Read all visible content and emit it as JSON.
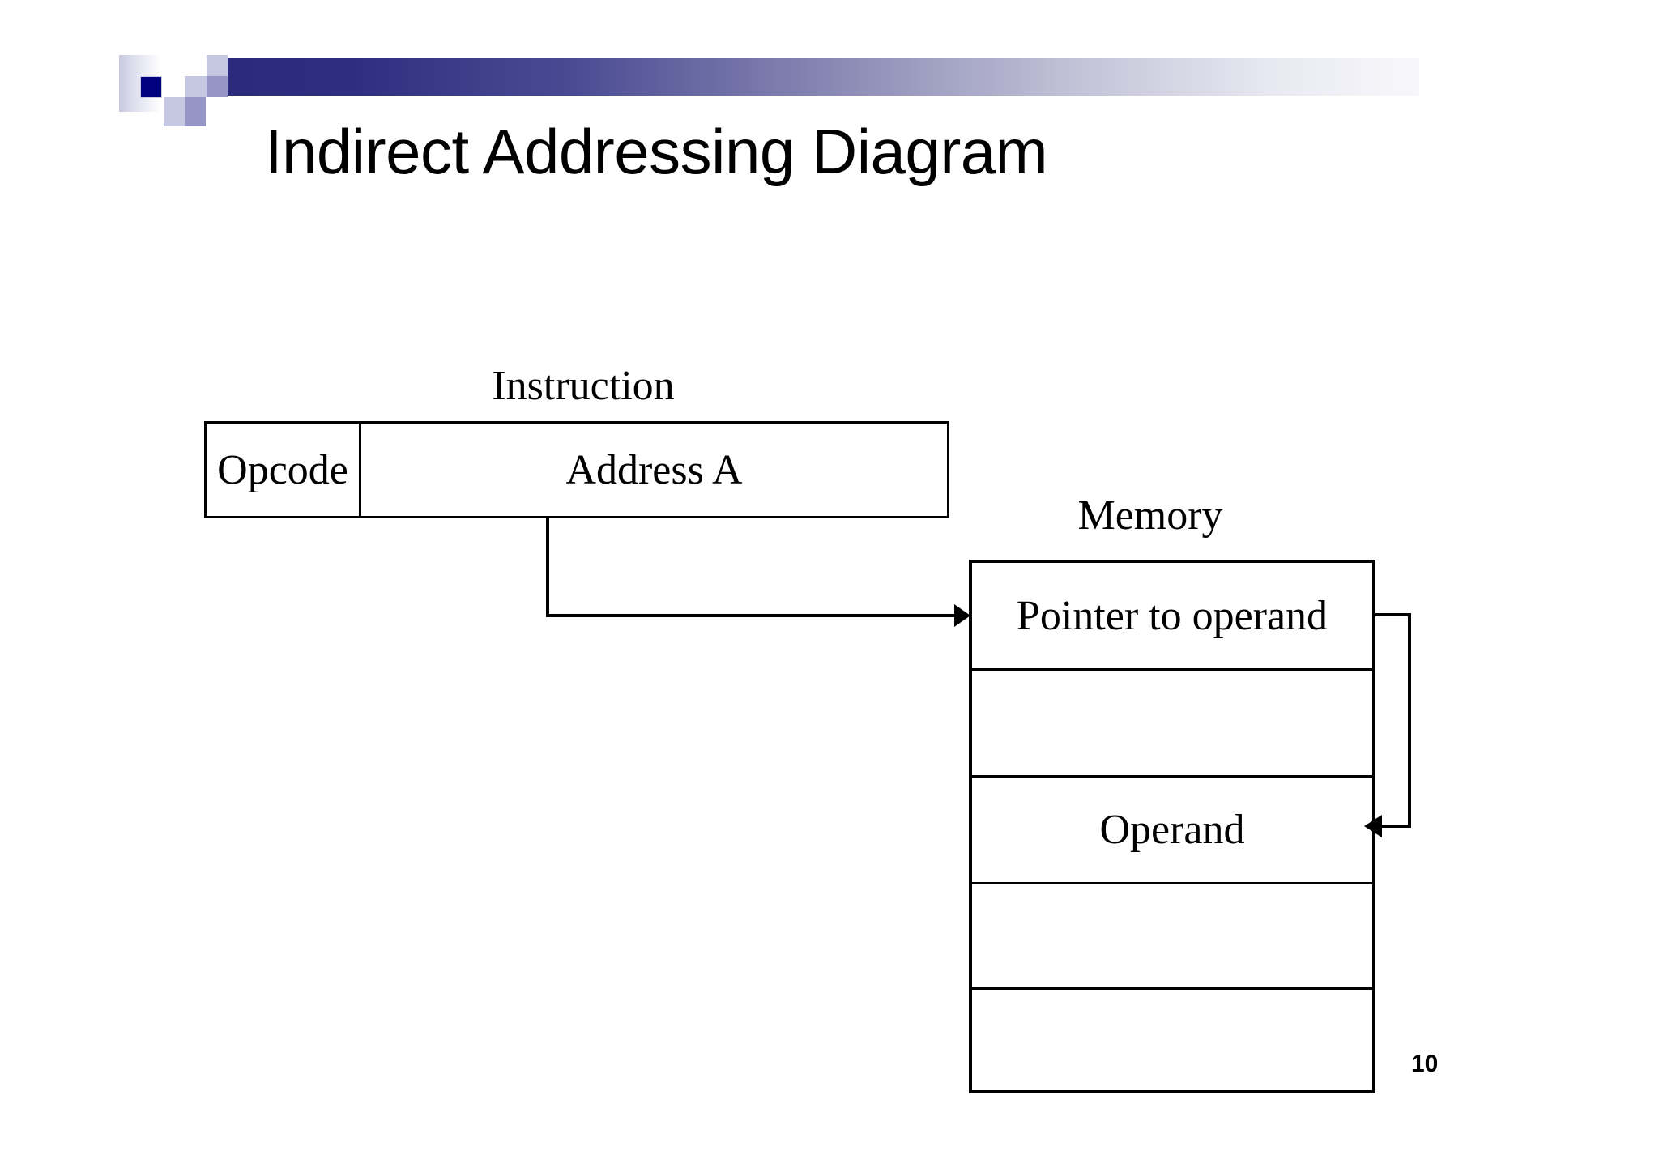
{
  "slide": {
    "title": "Indirect Addressing Diagram",
    "page_number": "10",
    "background_color": "#ffffff",
    "text_color": "#000000"
  },
  "logo": {
    "name": "decorative-squares-bar",
    "gradient_from": "#2a2a7a",
    "gradient_to": "#f7f7fb",
    "accent_navy": "#000080",
    "accent_light": "#c6c7e1",
    "accent_mid": "#9596c6"
  },
  "instruction": {
    "label": "Instruction",
    "fields": [
      {
        "name": "opcode",
        "label": "Opcode"
      },
      {
        "name": "address",
        "label": "Address A"
      }
    ]
  },
  "memory": {
    "label": "Memory",
    "cells": [
      {
        "label": "Pointer to operand"
      },
      {
        "label": ""
      },
      {
        "label": "Operand"
      },
      {
        "label": ""
      },
      {
        "label": ""
      }
    ]
  },
  "connectors": [
    {
      "name": "address-to-memory",
      "from": "Address A",
      "to": "Pointer to operand",
      "style": "elbow-arrow"
    },
    {
      "name": "pointer-to-operand",
      "from": "Pointer to operand",
      "to": "Operand",
      "style": "loop-arrow"
    }
  ],
  "chart_data": {
    "type": "diagram",
    "title": "Indirect Addressing Diagram",
    "nodes": [
      {
        "id": "instruction",
        "label": "Instruction",
        "parts": [
          "Opcode",
          "Address A"
        ]
      },
      {
        "id": "memory",
        "label": "Memory",
        "rows": [
          "Pointer to operand",
          "",
          "Operand",
          "",
          ""
        ]
      }
    ],
    "edges": [
      {
        "from": "Address A",
        "to": "Pointer to operand"
      },
      {
        "from": "Pointer to operand",
        "to": "Operand"
      }
    ]
  }
}
